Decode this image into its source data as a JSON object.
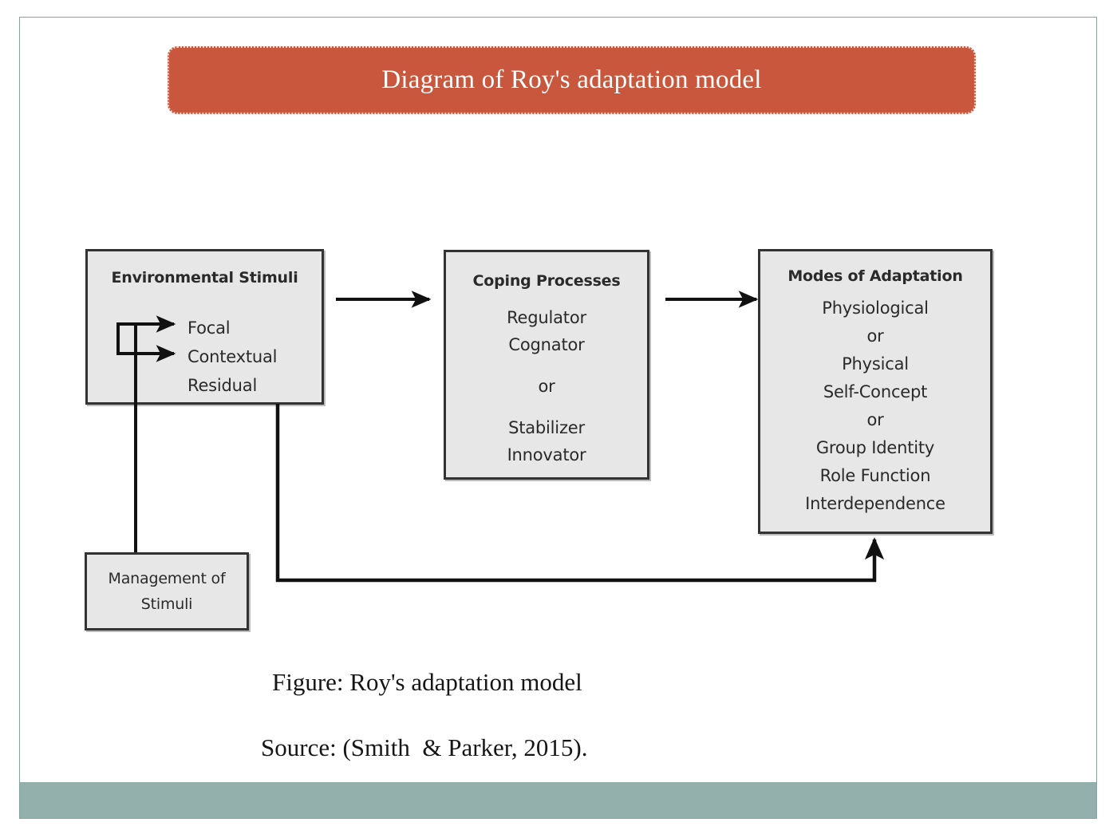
{
  "slide": {
    "title": "Diagram of Roy's adaptation model",
    "accent_color": "#c8573e",
    "bar_color": "#93b0ac",
    "frame_color": "#86a3a3",
    "background": "#ffffff"
  },
  "diagram": {
    "box_fill": "#e7e7e7",
    "box_border": "#333333",
    "boxes": [
      {
        "id": "environmental-stimuli",
        "title": "Environmental Stimuli",
        "lines": [
          "Focal",
          "Contextual",
          "Residual"
        ]
      },
      {
        "id": "coping-processes",
        "title": "Coping Processes",
        "group_a": [
          "Regulator",
          "Cognator"
        ],
        "connector": "or",
        "group_b": [
          "Stabilizer",
          "Innovator"
        ]
      },
      {
        "id": "modes-of-adaptation",
        "title": "Modes of Adaptation",
        "group_a": [
          "Physiological"
        ],
        "connector_1": "or",
        "group_b": [
          "Physical",
          "Self-Concept"
        ],
        "connector_2": "or",
        "group_c": [
          "Group Identity",
          "Role Function",
          "Interdependence"
        ]
      },
      {
        "id": "management-of-stimuli",
        "lines": [
          "Management of",
          "Stimuli"
        ]
      }
    ],
    "arrows": [
      {
        "id": "env-to-coping",
        "label": ""
      },
      {
        "id": "coping-to-modes",
        "label": ""
      },
      {
        "id": "feedback-to-focal",
        "label": ""
      },
      {
        "id": "feedback-to-contextual",
        "label": ""
      },
      {
        "id": "modes-feedback-to-management",
        "label": ""
      }
    ]
  },
  "captions": {
    "figure": "Figure: Roy's adaptation model",
    "source": "Source: (Smith  & Parker, 2015)."
  }
}
